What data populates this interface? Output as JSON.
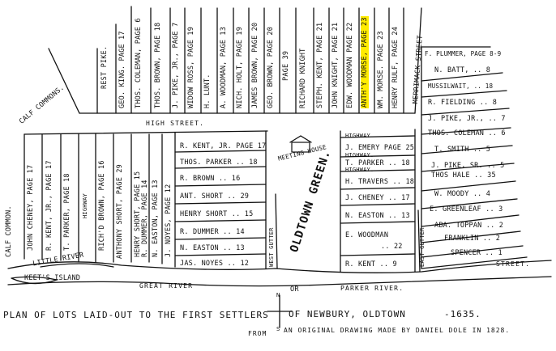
{
  "title": "PLAN OF LOTS LAID-OUT TO THE FIRST SETTLERS",
  "title_place": "OF NEWBURY, OLDTOWN",
  "title_year": "-1635.",
  "subtitle_from": "FROM",
  "subtitle": "AN ORIGINAL DRAWING MADE BY DANIEL DOLE IN 1828.",
  "compass": {
    "n": "N",
    "s": "S"
  },
  "streets": {
    "high": "HIGH STREET.",
    "merrimack": "MERRIMACK STREET",
    "street_right": "STREET.",
    "calf_common_top": "CALF COMMONS.",
    "calf_common_left": "CALF COMMON.",
    "little_river": "LITTLE RIVER",
    "great_river": "GREAT RIVER",
    "or": "OR",
    "parker_river": "PARKER RIVER.",
    "keets_island": "KEET'S ISLAND",
    "oldtown_green": "OLDTOWN GREEN.",
    "meeting_house": "MEETING HOUSE",
    "highway_1": "HIGHWAY",
    "highway_2": "HIGHWAY.",
    "highway_3": "HIGHWAY.",
    "highway_left": "HIGHWAY",
    "west_gutter": "WEST GUTTER",
    "east_gutter": "EAST GUTTER"
  },
  "top_lots": [
    "REST PIKE.",
    "GEO. KING. PAGE 17",
    "THOS. COLEMAN, PAGE 6",
    "THOS. BROWN, PAGE 18",
    "J. PIKE, JR., PAGE 7",
    "WIDOW ROSS, PAGE 19",
    "H. LUNT.",
    "A. WOODMAN, PAGE 13",
    "NICH. HOLT, PAGE 19",
    "JAMES BROWN, PAGE 20",
    "GEO. BROWN, PAGE 20",
    "PAGE 39",
    "RICHARD KNIGHT",
    "STEPH. KENT, PAGE 21",
    "JOHN KNIGHT, PAGE 21",
    "EDW. WOODMAN PAGE 22",
    "ANTH'Y MORSE, PAGE 23",
    "WM. MORSE. PAGE 23",
    "HENRY RULF, PAGE 24"
  ],
  "left_lots": [
    "JOHN CHENEY, PAGE 17",
    "R. KENT, JR., PAGE 17",
    "T. PARKER, PAGE 18",
    "RICH'D BROWN, PAGE 16",
    "ANTHONY SHORT, PAGE 29",
    "HENRY SHORT, PAGE 15",
    "R. DUMMER, PAGE 14",
    "N. EASTON, PAGE 13",
    "J. NOYES, PAGE 12"
  ],
  "center_left_lots": [
    "R. KENT, JR. PAGE 17",
    "THOS. PARKER .. 18",
    "R. BROWN .. 16",
    "ANT. SHORT .. 29",
    "HENRY SHORT .. 15",
    "R. DUMMER .. 14",
    "N. EASTON .. 13",
    "JAS. NOYES .. 12"
  ],
  "center_right_lots": [
    "J. EMERY PAGE 25",
    "T. PARKER .. 18",
    "H. TRAVERS .. 18",
    "J. CHENEY .. 17",
    "N. EASTON .. 13",
    "E. WOODMAN",
    ".. 22",
    "R. KENT .. 9"
  ],
  "right_lots": [
    "F. PLUMMER, PAGE 8-9",
    "N. BATT, .. 8",
    "MUSSILWAIT, .. 18",
    "R. FIELDING .. 8",
    "J. PIKE, JR., .. 7",
    "THOS. COLEMAN .. 6",
    "T. SMITH .. 5",
    "J. PIKE, SR. .. 5",
    "THOS HALE .. 35",
    "W. MOODY .. 4",
    "E. GREENLEAF .. 3",
    "ABA. TOPPAN .. 2",
    "FRANKLIN .. 2",
    "SPENCER .. 1"
  ]
}
